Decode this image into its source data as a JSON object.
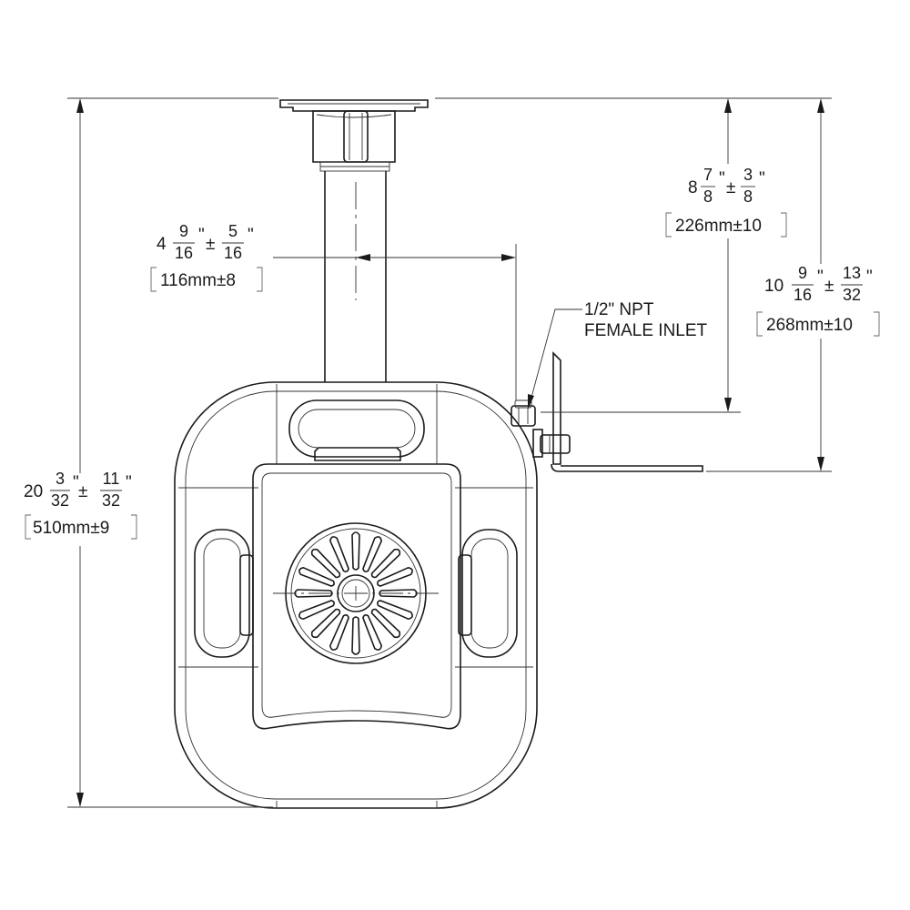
{
  "dimensions": {
    "overall_height": {
      "whole": "20",
      "num": "3",
      "den": "32",
      "tol_num": "11",
      "tol_den": "32",
      "metric": "510mm±9"
    },
    "arm_offset": {
      "whole": "4",
      "num": "9",
      "den": "16",
      "tol_num": "5",
      "tol_den": "16",
      "metric": "116mm±8"
    },
    "inlet_height": {
      "whole": "8",
      "num": "7",
      "den": "8",
      "tol_num": "3",
      "tol_den": "8",
      "metric": "226mm±10"
    },
    "bracket_height": {
      "whole": "10",
      "num": "9",
      "den": "16",
      "tol_num": "13",
      "tol_den": "32",
      "metric": "268mm±10"
    }
  },
  "callouts": {
    "inlet_line1": "1/2\" NPT",
    "inlet_line2": "FEMALE INLET"
  },
  "symbols": {
    "inch": "\"",
    "plus_minus": "±"
  },
  "colors": {
    "line": "#1a1a1a",
    "background": "#ffffff"
  }
}
